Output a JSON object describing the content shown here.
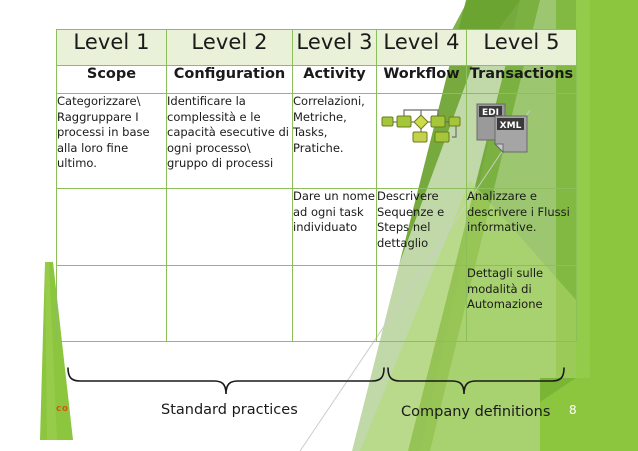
{
  "slide": {
    "page_number": "8",
    "logo_text": "co",
    "colors": {
      "bright_green": "#8cc63f",
      "mid_green": "#7cb342",
      "dark_green": "#6aa32e",
      "pale_green_header": "#e9f1d9",
      "border_green": "#8cbf5c",
      "accent_orange": "#d4580f",
      "text": "#1a1a1a"
    }
  },
  "table": {
    "levels": [
      {
        "level": "Level 1",
        "name": "Scope"
      },
      {
        "level": "Level 2",
        "name": "Configuration"
      },
      {
        "level": "Level 3",
        "name": "Activity"
      },
      {
        "level": "Level 4",
        "name": "Workflow"
      },
      {
        "level": "Level 5",
        "name": "Transactions"
      }
    ],
    "rows": [
      {
        "cells": [
          "Categorizzare\\ Raggruppare I processi in base alla loro fine ultimo.",
          "Identificare la complessità e le capacità esecutive di ogni processo\\ gruppo di processi",
          "Correlazioni, Metriche, Tasks, Pratiche.",
          "",
          ""
        ],
        "graphics": [
          null,
          null,
          null,
          "workflow-flowchart",
          "edi-xml-documents"
        ]
      },
      {
        "cells": [
          "",
          "",
          "Dare un nome ad ogni task individuato",
          "Descrivere Sequenze e Steps nel dettaglio",
          "Analizzare e descrivere i Flussi informative."
        ],
        "graphics": [
          null,
          null,
          null,
          null,
          null
        ]
      },
      {
        "cells": [
          "",
          "",
          "",
          "",
          "Dettagli sulle modalità di Automazione"
        ],
        "graphics": [
          null,
          null,
          null,
          null,
          null
        ]
      }
    ]
  },
  "diagram": {
    "workflow_flowchart": {
      "label": "workflow flowchart with decision diamond",
      "node_fill": "#a4c639",
      "connector": "#6e6e6e"
    },
    "documents": [
      {
        "label": "EDI"
      },
      {
        "label": "XML"
      }
    ]
  },
  "braces": [
    {
      "id": "standard",
      "caption": "Standard practices"
    },
    {
      "id": "company",
      "caption": "Company definitions"
    }
  ]
}
